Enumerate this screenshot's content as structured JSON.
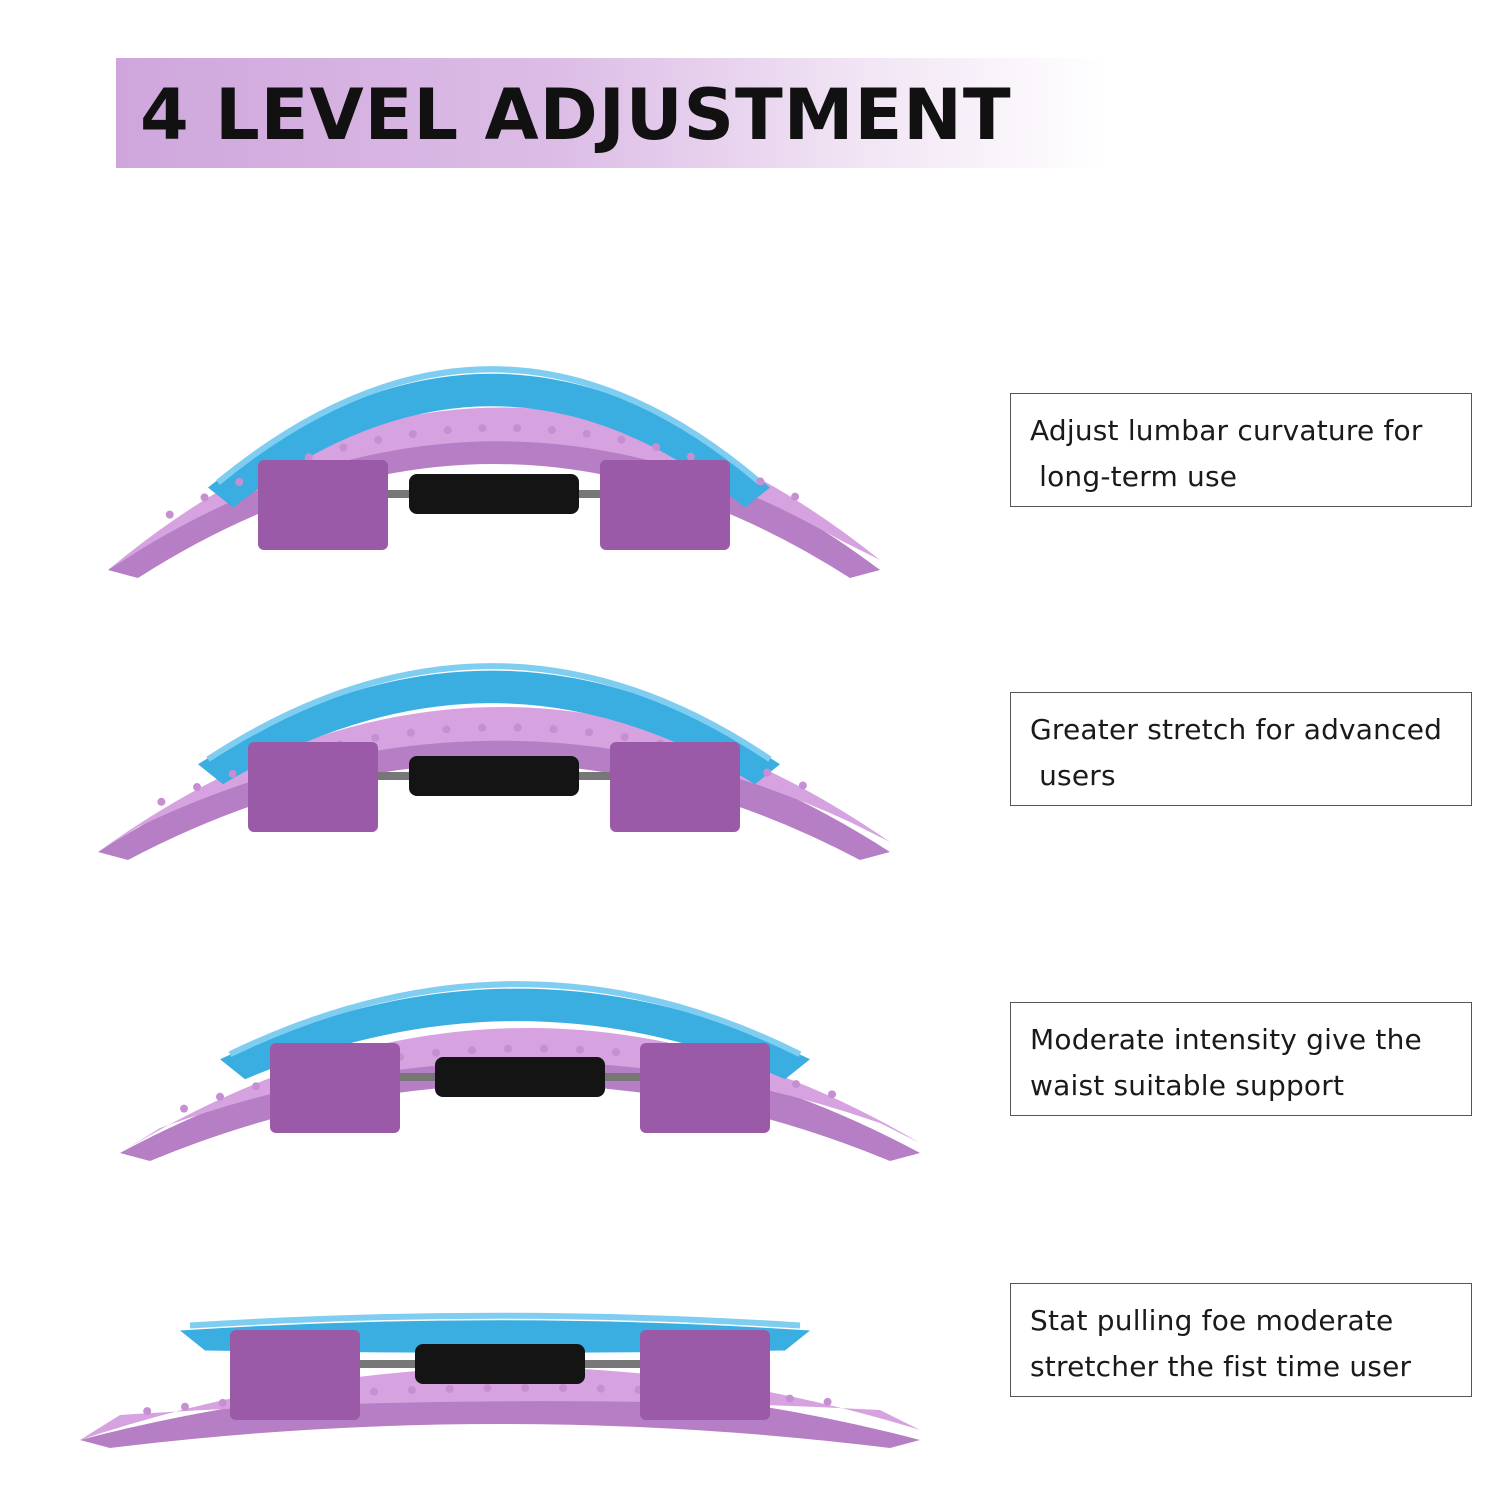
{
  "title": "4 LEVEL ADJUSTMENT",
  "colors": {
    "title_band": "#d7b2e2",
    "stretcher_body": "#d7a2e0",
    "stretcher_shadow": "#b67ec4",
    "foam_pad": "#3aaee0",
    "foam_highlight": "#7fcdf0",
    "block": "#9a5aa8",
    "rod": "#777777",
    "grip": "#141414"
  },
  "levels": [
    {
      "lines": [
        "Adjust lumbar curvature for",
        " long-term use"
      ]
    },
    {
      "lines": [
        "Greater stretch for advanced",
        " users"
      ]
    },
    {
      "lines": [
        "Moderate intensity give the",
        "waist suitable support"
      ]
    },
    {
      "lines": [
        "Stat pulling foe moderate",
        "stretcher the fist time user"
      ]
    }
  ]
}
